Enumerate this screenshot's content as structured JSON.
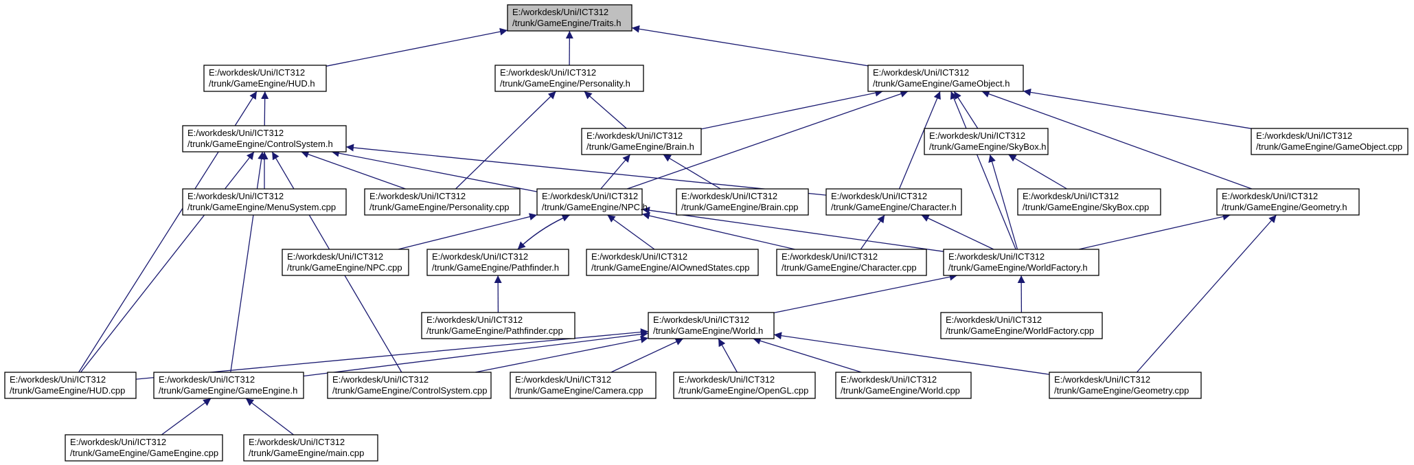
{
  "diagram": {
    "type": "include-dependency-graph",
    "colors": {
      "edge": "#191970",
      "root_fill": "#bfbfbf",
      "node_fill": "#ffffff",
      "border": "#000000"
    },
    "nodes": [
      {
        "id": "traits",
        "line1": "E:/workdesk/Uni/ICT312",
        "line2": "/trunk/GameEngine/Traits.h",
        "root": true
      },
      {
        "id": "hud_h",
        "line1": "E:/workdesk/Uni/ICT312",
        "line2": "/trunk/GameEngine/HUD.h"
      },
      {
        "id": "personality_h",
        "line1": "E:/workdesk/Uni/ICT312",
        "line2": "/trunk/GameEngine/Personality.h"
      },
      {
        "id": "gameobject_h",
        "line1": "E:/workdesk/Uni/ICT312",
        "line2": "/trunk/GameEngine/GameObject.h"
      },
      {
        "id": "controlsystem_h",
        "line1": "E:/workdesk/Uni/ICT312",
        "line2": "/trunk/GameEngine/ControlSystem.h"
      },
      {
        "id": "brain_h",
        "line1": "E:/workdesk/Uni/ICT312",
        "line2": "/trunk/GameEngine/Brain.h"
      },
      {
        "id": "skybox_h",
        "line1": "E:/workdesk/Uni/ICT312",
        "line2": "/trunk/GameEngine/SkyBox.h"
      },
      {
        "id": "gameobject_cpp",
        "line1": "E:/workdesk/Uni/ICT312",
        "line2": "/trunk/GameEngine/GameObject.cpp"
      },
      {
        "id": "menusystem_cpp",
        "line1": "E:/workdesk/Uni/ICT312",
        "line2": "/trunk/GameEngine/MenuSystem.cpp"
      },
      {
        "id": "personality_cpp",
        "line1": "E:/workdesk/Uni/ICT312",
        "line2": "/trunk/GameEngine/Personality.cpp"
      },
      {
        "id": "npc_h",
        "line1": "E:/workdesk/Uni/ICT312",
        "line2": "/trunk/GameEngine/NPC.h"
      },
      {
        "id": "brain_cpp",
        "line1": "E:/workdesk/Uni/ICT312",
        "line2": "/trunk/GameEngine/Brain.cpp"
      },
      {
        "id": "character_h",
        "line1": "E:/workdesk/Uni/ICT312",
        "line2": "/trunk/GameEngine/Character.h"
      },
      {
        "id": "skybox_cpp",
        "line1": "E:/workdesk/Uni/ICT312",
        "line2": "/trunk/GameEngine/SkyBox.cpp"
      },
      {
        "id": "geometry_h",
        "line1": "E:/workdesk/Uni/ICT312",
        "line2": "/trunk/GameEngine/Geometry.h"
      },
      {
        "id": "npc_cpp",
        "line1": "E:/workdesk/Uni/ICT312",
        "line2": "/trunk/GameEngine/NPC.cpp"
      },
      {
        "id": "pathfinder_h",
        "line1": "E:/workdesk/Uni/ICT312",
        "line2": "/trunk/GameEngine/Pathfinder.h"
      },
      {
        "id": "aiownedstates_cpp",
        "line1": "E:/workdesk/Uni/ICT312",
        "line2": "/trunk/GameEngine/AIOwnedStates.cpp"
      },
      {
        "id": "character_cpp",
        "line1": "E:/workdesk/Uni/ICT312",
        "line2": "/trunk/GameEngine/Character.cpp"
      },
      {
        "id": "worldfactory_h",
        "line1": "E:/workdesk/Uni/ICT312",
        "line2": "/trunk/GameEngine/WorldFactory.h"
      },
      {
        "id": "pathfinder_cpp",
        "line1": "E:/workdesk/Uni/ICT312",
        "line2": "/trunk/GameEngine/Pathfinder.cpp"
      },
      {
        "id": "world_h",
        "line1": "E:/workdesk/Uni/ICT312",
        "line2": "/trunk/GameEngine/World.h"
      },
      {
        "id": "worldfactory_cpp",
        "line1": "E:/workdesk/Uni/ICT312",
        "line2": "/trunk/GameEngine/WorldFactory.cpp"
      },
      {
        "id": "hud_cpp",
        "line1": "E:/workdesk/Uni/ICT312",
        "line2": "/trunk/GameEngine/HUD.cpp"
      },
      {
        "id": "gameengine_h",
        "line1": "E:/workdesk/Uni/ICT312",
        "line2": "/trunk/GameEngine/GameEngine.h"
      },
      {
        "id": "controlsystem_cpp",
        "line1": "E:/workdesk/Uni/ICT312",
        "line2": "/trunk/GameEngine/ControlSystem.cpp"
      },
      {
        "id": "camera_cpp",
        "line1": "E:/workdesk/Uni/ICT312",
        "line2": "/trunk/GameEngine/Camera.cpp"
      },
      {
        "id": "opengl_cpp",
        "line1": "E:/workdesk/Uni/ICT312",
        "line2": "/trunk/GameEngine/OpenGL.cpp"
      },
      {
        "id": "world_cpp",
        "line1": "E:/workdesk/Uni/ICT312",
        "line2": "/trunk/GameEngine/World.cpp"
      },
      {
        "id": "geometry_cpp",
        "line1": "E:/workdesk/Uni/ICT312",
        "line2": "/trunk/GameEngine/Geometry.cpp"
      },
      {
        "id": "gameengine_cpp",
        "line1": "E:/workdesk/Uni/ICT312",
        "line2": "/trunk/GameEngine/GameEngine.cpp"
      },
      {
        "id": "main_cpp",
        "line1": "E:/workdesk/Uni/ICT312",
        "line2": "/trunk/GameEngine/main.cpp"
      }
    ],
    "edges": [
      {
        "from": "hud_h",
        "to": "traits"
      },
      {
        "from": "personality_h",
        "to": "traits"
      },
      {
        "from": "gameobject_h",
        "to": "traits"
      },
      {
        "from": "controlsystem_h",
        "to": "hud_h"
      },
      {
        "from": "hud_cpp",
        "to": "hud_h"
      },
      {
        "from": "brain_h",
        "to": "personality_h"
      },
      {
        "from": "personality_cpp",
        "to": "personality_h"
      },
      {
        "from": "brain_h",
        "to": "gameobject_h"
      },
      {
        "from": "npc_h",
        "to": "gameobject_h"
      },
      {
        "from": "character_h",
        "to": "gameobject_h"
      },
      {
        "from": "skybox_h",
        "to": "gameobject_h"
      },
      {
        "from": "gameobject_cpp",
        "to": "gameobject_h"
      },
      {
        "from": "geometry_h",
        "to": "gameobject_h"
      },
      {
        "from": "worldfactory_h",
        "to": "gameobject_h"
      },
      {
        "from": "menusystem_cpp",
        "to": "controlsystem_h"
      },
      {
        "from": "personality_cpp",
        "to": "controlsystem_h"
      },
      {
        "from": "npc_h",
        "to": "controlsystem_h"
      },
      {
        "from": "character_h",
        "to": "controlsystem_h"
      },
      {
        "from": "hud_cpp",
        "to": "controlsystem_h"
      },
      {
        "from": "gameengine_h",
        "to": "controlsystem_h"
      },
      {
        "from": "controlsystem_cpp",
        "to": "controlsystem_h"
      },
      {
        "from": "npc_h",
        "to": "brain_h"
      },
      {
        "from": "brain_cpp",
        "to": "brain_h"
      },
      {
        "from": "skybox_cpp",
        "to": "skybox_h"
      },
      {
        "from": "worldfactory_h",
        "to": "skybox_h"
      },
      {
        "from": "npc_cpp",
        "to": "npc_h"
      },
      {
        "from": "pathfinder_h",
        "to": "npc_h"
      },
      {
        "from": "npc_h",
        "to": "pathfinder_h"
      },
      {
        "from": "aiownedstates_cpp",
        "to": "npc_h"
      },
      {
        "from": "character_cpp",
        "to": "npc_h"
      },
      {
        "from": "worldfactory_h",
        "to": "npc_h"
      },
      {
        "from": "character_cpp",
        "to": "character_h"
      },
      {
        "from": "worldfactory_h",
        "to": "character_h"
      },
      {
        "from": "worldfactory_h",
        "to": "geometry_h"
      },
      {
        "from": "geometry_cpp",
        "to": "geometry_h"
      },
      {
        "from": "pathfinder_cpp",
        "to": "pathfinder_h"
      },
      {
        "from": "world_h",
        "to": "worldfactory_h"
      },
      {
        "from": "worldfactory_cpp",
        "to": "worldfactory_h"
      },
      {
        "from": "hud_cpp",
        "to": "world_h"
      },
      {
        "from": "gameengine_h",
        "to": "world_h"
      },
      {
        "from": "controlsystem_cpp",
        "to": "world_h"
      },
      {
        "from": "camera_cpp",
        "to": "world_h"
      },
      {
        "from": "opengl_cpp",
        "to": "world_h"
      },
      {
        "from": "world_cpp",
        "to": "world_h"
      },
      {
        "from": "geometry_cpp",
        "to": "world_h"
      },
      {
        "from": "gameengine_cpp",
        "to": "gameengine_h"
      },
      {
        "from": "main_cpp",
        "to": "gameengine_h"
      }
    ]
  }
}
